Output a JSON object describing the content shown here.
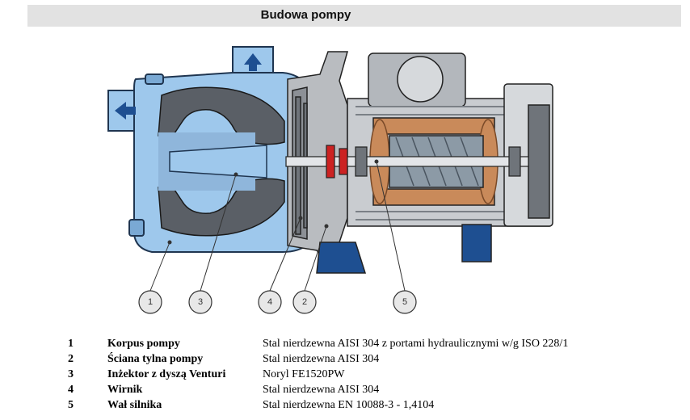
{
  "header": {
    "title": "Budowa pompy"
  },
  "callouts": [
    "1",
    "3",
    "4",
    "2",
    "5"
  ],
  "parts": [
    {
      "num": "1",
      "name": "Korpus pompy",
      "material": "Stal nierdzewna AISI 304 z portami hydraulicznymi w/g ISO 228/1"
    },
    {
      "num": "2",
      "name": "Ściana tylna pompy",
      "material": "Stal nierdzewna AISI 304"
    },
    {
      "num": "3",
      "name": "Inżektor z dyszą Venturi",
      "material": "Noryl FE1520PW"
    },
    {
      "num": "4",
      "name": "Wirnik",
      "material": "Stal nierdzewna AISI 304"
    },
    {
      "num": "5",
      "name": "Wał silnika",
      "material": "Stal nierdzewna EN 10088-3  -  1,4104"
    }
  ],
  "colors": {
    "body": "#9ec8ec",
    "outline": "#1f3550",
    "insert": "#555a60",
    "steel": "#b9bcc0",
    "copper": "#c98a5a",
    "rotor": "#8c9aa6",
    "seal_red": "#cc2222",
    "arrow": "#1e4f91"
  }
}
